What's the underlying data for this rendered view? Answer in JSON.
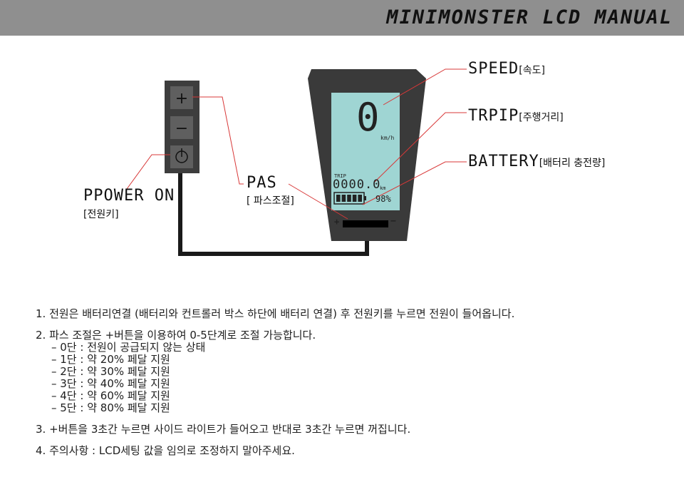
{
  "header": {
    "title": "MINIMONSTER LCD MANUAL"
  },
  "labels": {
    "speed": {
      "title": "SPEED",
      "sub": "[속도]"
    },
    "trip": {
      "title": "TRPIP",
      "sub": "[주행거리]"
    },
    "battery": {
      "title": "BATTERY",
      "sub": "[배터리 충전량]"
    },
    "pas": {
      "title": "PAS",
      "sub": "[ 파스조절]"
    },
    "power": {
      "title": "PPOWER ON",
      "sub": "[전원키]"
    }
  },
  "controller": {
    "plus": "+",
    "minus": "−"
  },
  "lcd": {
    "speed_value": "0",
    "speed_unit": "km/h",
    "trip_label": "TRIP",
    "trip_value": "0000.0",
    "trip_unit": "km",
    "battery_percent": "98%",
    "battery_level": 0.98,
    "plus": "+",
    "minus": "−"
  },
  "colors": {
    "header_bg": "#8f8f8f",
    "lcd_screen": "#9fd5d3",
    "leader_line": "#d83838",
    "device": "#3a3a3a"
  },
  "instructions": {
    "item1": "1. 전원은 배터리연결 (배터리와 컨트롤러 박스 하단에 배터리 연결) 후 전원키를 누르면 전원이 들어옵니다.",
    "item2": "2. 파스 조절은 +버튼을 이용하여 0-5단계로 조절 가능합니다.",
    "item2_sub": [
      "– 0단 : 전원이 공급되지 않는 상태",
      "– 1단 : 약 20% 페달 지원",
      "– 2단 : 약 30% 페달 지원",
      "– 3단 : 약 40% 페달 지원",
      "– 4단 : 약 60% 페달 지원",
      "– 5단 : 약 80% 페달 지원"
    ],
    "item3": "3. +버튼을 3초간 누르면 사이드 라이트가 들어오고 반대로 3초간 누르면 꺼집니다.",
    "item4": "4. 주의사항 : LCD세팅 값을 임의로 조정하지 말아주세요."
  }
}
